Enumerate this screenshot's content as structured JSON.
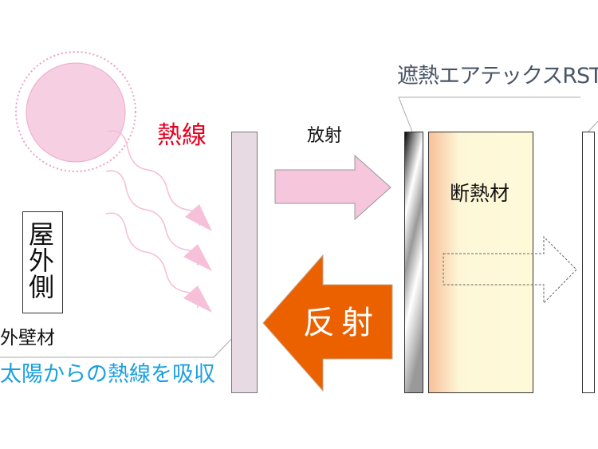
{
  "labels": {
    "heat_rays": "熱線",
    "radiation": "放射",
    "reflection": "反射",
    "product": "遮熱エアテックスRST",
    "insulation": "断熱材",
    "outdoor_side": "屋外側",
    "exterior_wall": "外壁材",
    "absorb_note": "太陽からの熱線を吸収"
  },
  "colors": {
    "heat_red": "#e60020",
    "reflect_orange": "#eb6100",
    "radiation_pink": "#f5c6dc",
    "note_blue": "#1aa0e0",
    "product_text": "#4a5568"
  }
}
